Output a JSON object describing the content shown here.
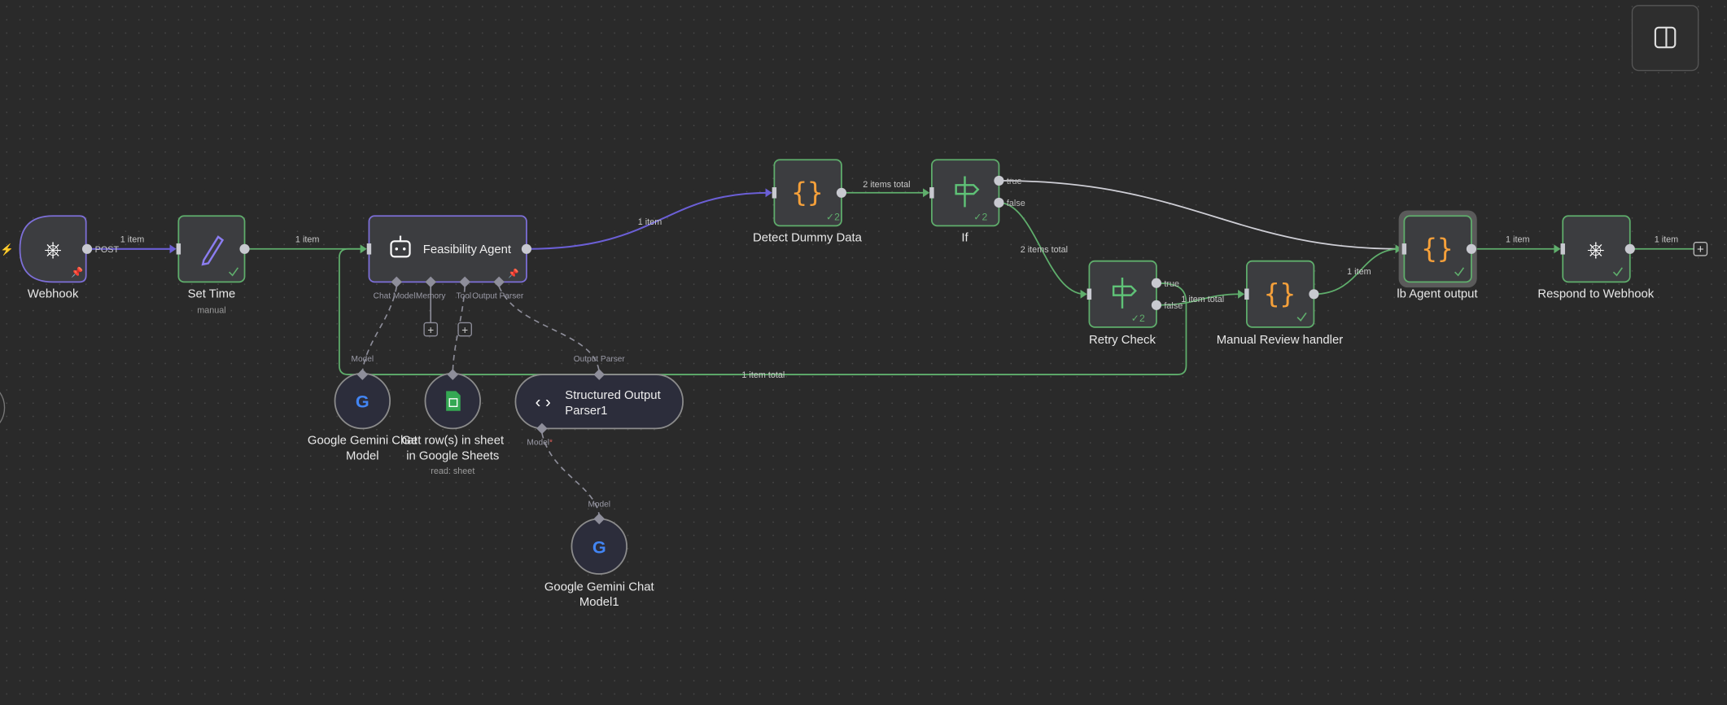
{
  "panel_toggle_icon": "sidebar-panel-icon",
  "colors": {
    "success": "#5fae6c",
    "active": "#6b5fd6",
    "code": "#f5a03a",
    "background": "#2a2a2a"
  },
  "nodes": {
    "webhook": {
      "label": "Webhook",
      "icon": "webhook-icon",
      "output_label": "POST"
    },
    "set_time": {
      "label": "Set Time",
      "subtitle": "manual",
      "icon": "pencil-icon"
    },
    "agent": {
      "label": "Feasibility Agent",
      "icon": "robot-icon",
      "handles": [
        "Chat Model",
        "Memory",
        "Tool",
        "Output Parser"
      ]
    },
    "detect": {
      "label": "Detect Dummy Data",
      "icon": "code-braces-icon",
      "run_count": "2"
    },
    "if": {
      "label": "If",
      "icon": "signpost-icon",
      "run_count": "2",
      "true_label": "true",
      "false_label": "false"
    },
    "retry": {
      "label": "Retry Check",
      "icon": "signpost-icon",
      "run_count": "2",
      "true_label": "true",
      "false_label": "false"
    },
    "manual_review": {
      "label": "Manual Review handler",
      "icon": "code-braces-icon"
    },
    "lb_output": {
      "label": "lb Agent output",
      "icon": "code-braces-icon"
    },
    "respond": {
      "label": "Respond to Webhook",
      "icon": "webhook-icon"
    },
    "gemini": {
      "label_line1": "Google Gemini Chat",
      "label_line2": "Model",
      "handle_label": "Model",
      "icon": "google-icon"
    },
    "sheets": {
      "label_line1": "Get row(s) in sheet",
      "label_line2": "in Google Sheets",
      "subtitle": "read: sheet",
      "icon": "google-sheets-icon"
    },
    "parser": {
      "label_line1": "Structured Output",
      "label_line2": "Parser1",
      "handle_label": "Output Parser",
      "model_label": "Model",
      "required_mark": "*",
      "icon": "code-brackets-icon"
    },
    "gemini1": {
      "label_line1": "Google Gemini Chat",
      "label_line2": "Model1",
      "handle_label": "Model",
      "icon": "google-icon"
    }
  },
  "edges": {
    "webhook_settime": "1 item",
    "settime_agent": "1 item",
    "agent_detect": "1 item",
    "detect_if": "2 items total",
    "if_false_retry": "2 items total",
    "retry_true_agent": "1 item total",
    "retry_false_manual": "1 item total",
    "manual_lb": "1 item",
    "lb_respond": "1 item",
    "respond_end": "1 item"
  },
  "add_icon": "+"
}
